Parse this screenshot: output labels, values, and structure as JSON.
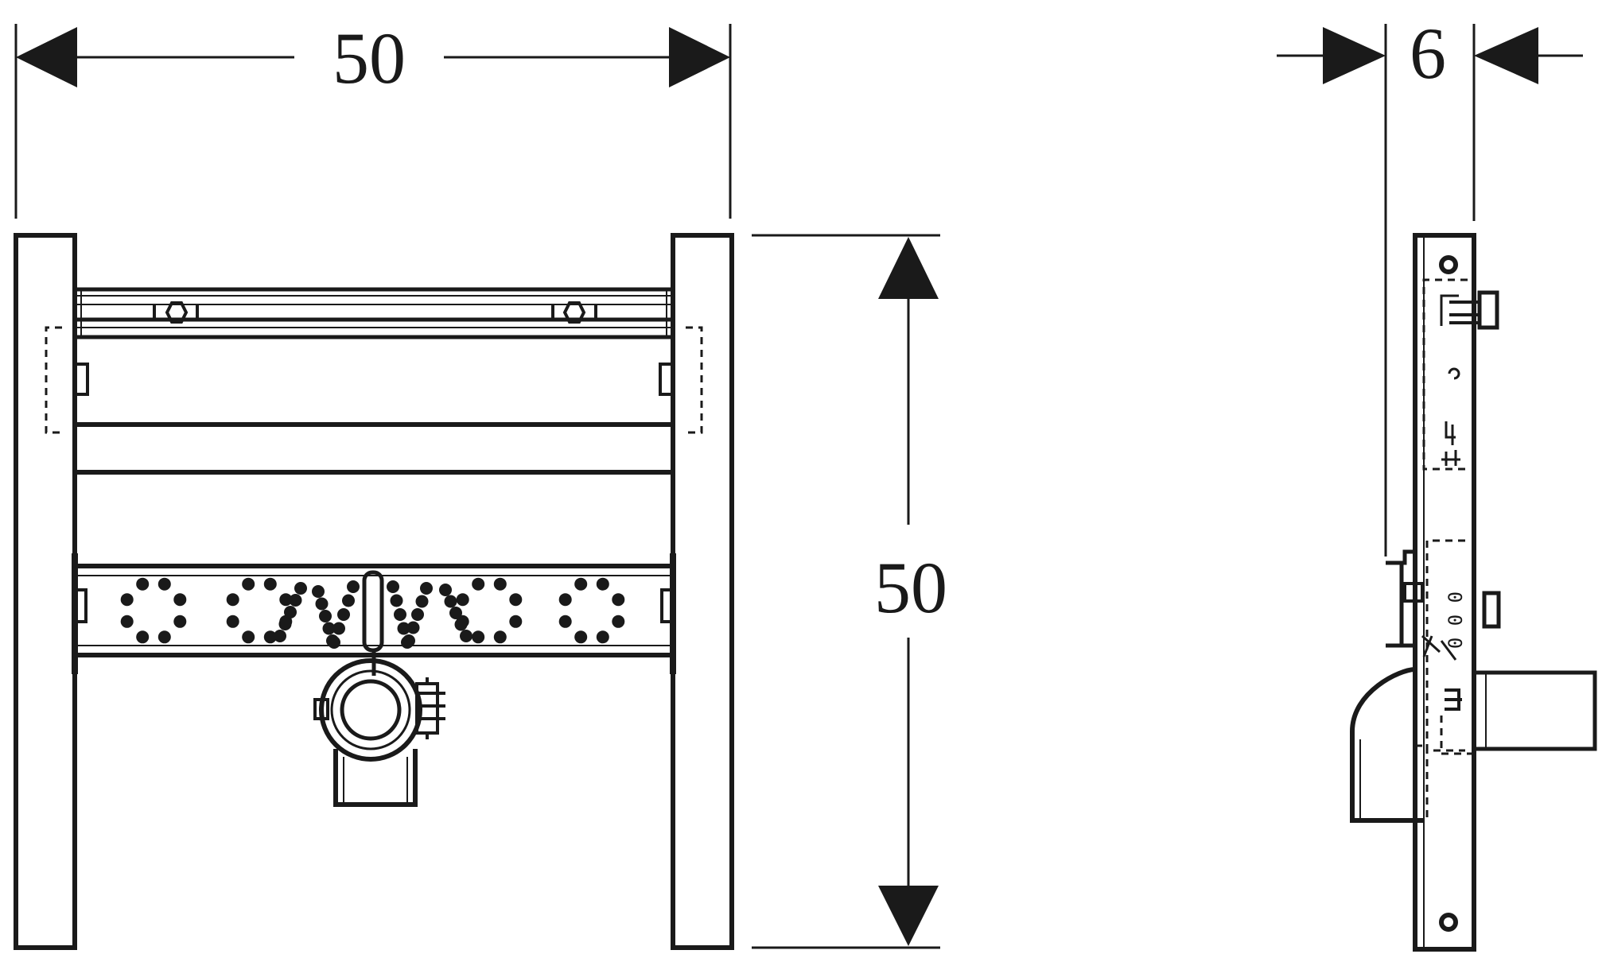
{
  "dimensions": {
    "front_width": "50",
    "front_height": "50",
    "side_depth": "6"
  },
  "colors": {
    "line": "#1a1a1a",
    "background": "#ffffff"
  }
}
